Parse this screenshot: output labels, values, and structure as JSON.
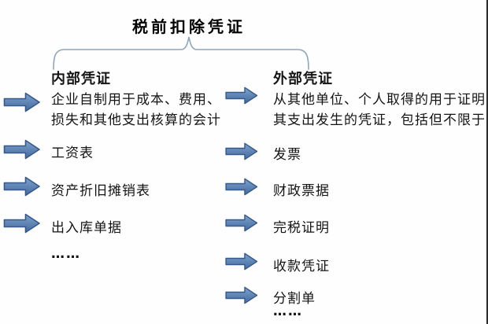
{
  "title": "税前扣除凭证",
  "left_column": {
    "heading": "内部凭证",
    "description_lines": [
      "企业自制用于成本、费用、",
      "损失和其他支出核算的会计"
    ],
    "items": [
      "工资表",
      "资产折旧摊销表",
      "出入库单据",
      "……"
    ]
  },
  "right_column": {
    "heading": "外部凭证",
    "description_lines": [
      "从其他单位、个人取得的用于证明",
      "其支出发生的凭证，包括但不限于"
    ],
    "items": [
      "发票",
      "财政票据",
      "完税证明",
      "收款凭证",
      "分割单",
      "……"
    ]
  },
  "colors": {
    "arrow_fill_top": "#7da3cf",
    "arrow_fill_bottom": "#44699c",
    "arrow_border": "#36598c",
    "brace": "#8ea6ba",
    "text": "#141414",
    "background": "#ffffff",
    "edge_line": "#2b2b2b"
  }
}
